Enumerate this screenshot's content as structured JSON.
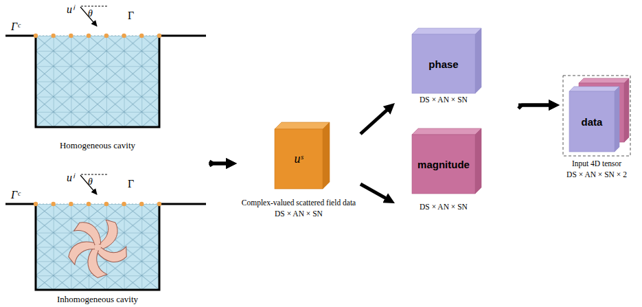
{
  "diagram": {
    "nodes": [
      {
        "text": [
          "Homogeneous cavity"
        ]
      },
      {
        "text": [
          "Inhomogeneous cavity"
        ]
      },
      {
        "text": [
          "uˢ",
          "Complex-valued scattered field data",
          "DS × AN × SN"
        ]
      },
      {
        "text": [
          "phase",
          "DS × AN × SN"
        ]
      },
      {
        "text": [
          "magnitude",
          "DS × AN × SN"
        ]
      },
      {
        "text": [
          "data",
          "Input 4D tensor",
          "DS × AN × SN × 2"
        ]
      }
    ],
    "edges": [
      {
        "from": 0,
        "to": 2,
        "arrow": "to"
      },
      {
        "from": 1,
        "to": 2,
        "arrow": "to"
      },
      {
        "from": 2,
        "to": 3,
        "arrow": "to"
      },
      {
        "from": 2,
        "to": 4,
        "arrow": "to"
      },
      {
        "from": 3,
        "to": 5,
        "arrow": "to"
      },
      {
        "from": 4,
        "to": 5,
        "arrow": "to"
      }
    ],
    "labels": [
      "Γᶜ",
      "uⁱ",
      "θ",
      "Γ",
      "Γᶜ",
      "uⁱ",
      "θ",
      "Γ"
    ]
  }
}
